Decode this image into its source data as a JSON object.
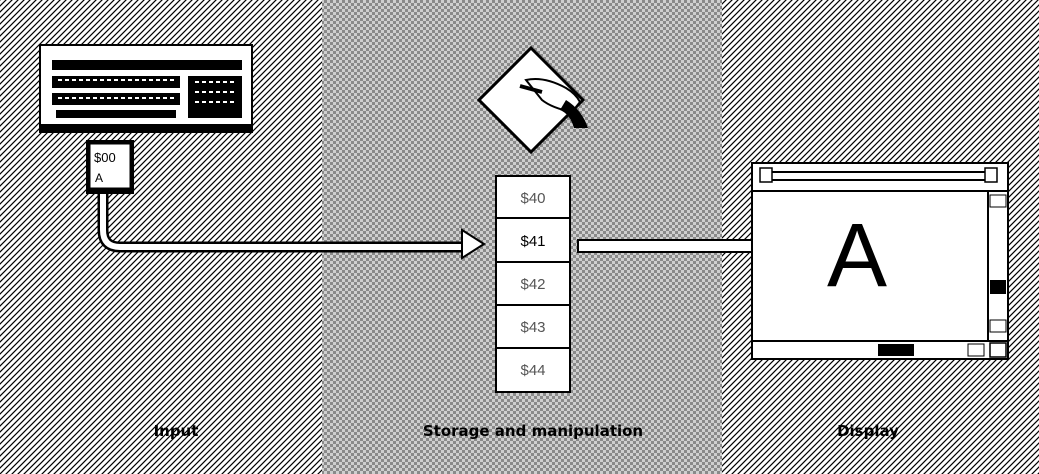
{
  "diagram": {
    "sections": [
      {
        "id": "input",
        "label": "Input"
      },
      {
        "id": "storage",
        "label": "Storage and manipulation"
      },
      {
        "id": "display",
        "label": "Display"
      }
    ],
    "key": {
      "code": "$00",
      "char": "A"
    },
    "memory_cells": [
      "$40",
      "$41",
      "$42",
      "$43",
      "$44"
    ],
    "display_glyph": "A"
  },
  "colors": {
    "ink": "#000000",
    "paper": "#ffffff",
    "storage_bg": "#bdbdbd"
  },
  "icons": [
    "keyboard-icon",
    "key-icon",
    "hand-pen-icon",
    "window-icon",
    "arrow-icon"
  ]
}
